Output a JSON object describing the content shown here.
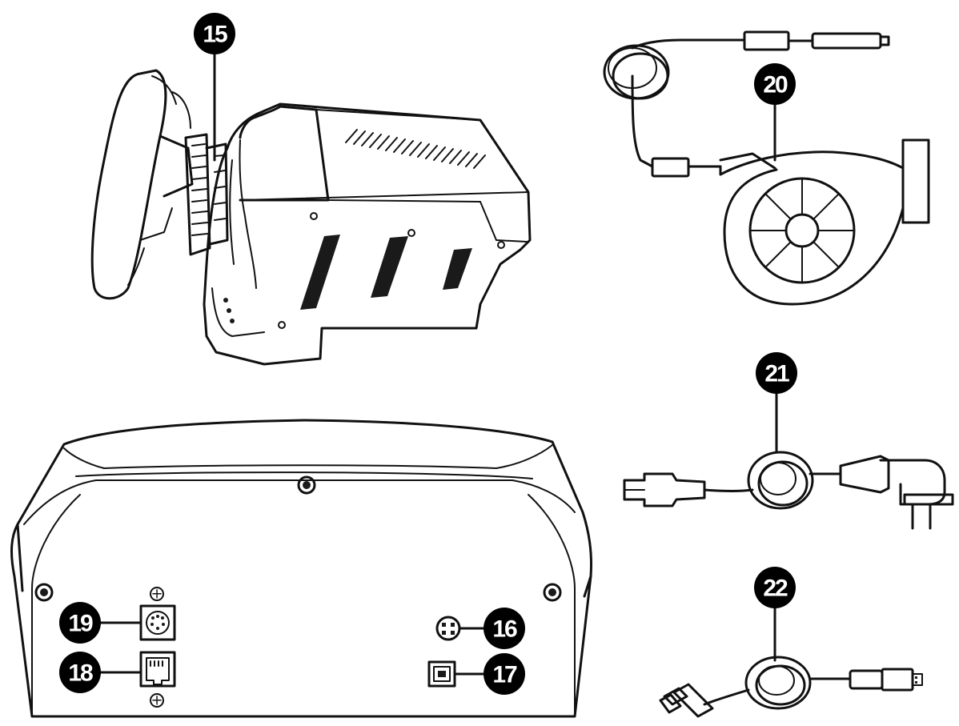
{
  "callouts": {
    "c15": "15",
    "c16": "16",
    "c17": "17",
    "c18": "18",
    "c19": "19",
    "c20": "20",
    "c21": "21",
    "c22": "22"
  },
  "port_marks": {
    "top": "+",
    "bottom": "+"
  },
  "colors": {
    "ink": "#111111",
    "badge": "#000000",
    "background": "#ffffff"
  }
}
